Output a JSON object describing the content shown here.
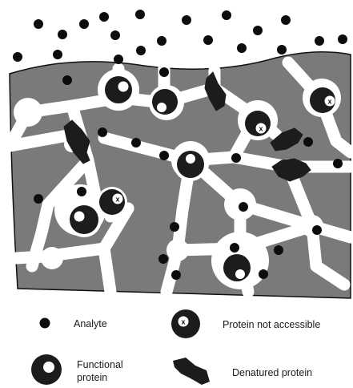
{
  "colors": {
    "matrix": "#7a7a7a",
    "pore": "#ffffff",
    "analyte": "#0d0d0d",
    "protein_dark": "#1c1c1c",
    "protein_ring": "#ffffff",
    "outline": "#111111",
    "text": "#1a1a1a"
  },
  "legend": {
    "analyte": "Analyte",
    "protein_not_accessible": "Protein not accessible",
    "functional_protein_line1": "Functional",
    "functional_protein_line2": "protein",
    "denatured_protein": "Denatured protein",
    "blocked_mark": "x"
  },
  "icons": {
    "analyte": "filled-dot-icon",
    "functional_protein": "sphere-with-highlight-icon",
    "protein_not_accessible": "sphere-with-x-icon",
    "denatured_protein": "crumpled-blob-icon"
  }
}
